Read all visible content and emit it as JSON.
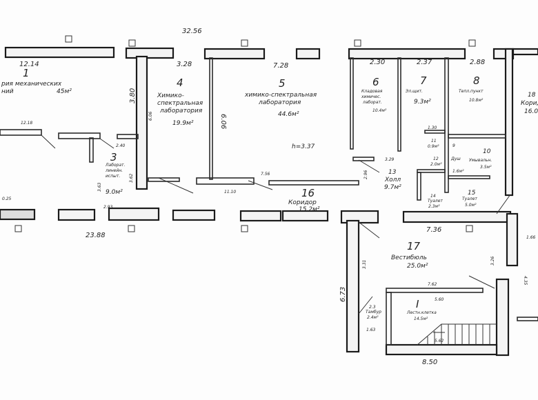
{
  "dimensions": {
    "total_top": "32.56",
    "room1_width": "12.14",
    "room4_width": "3.28",
    "room5_width": "7.28",
    "room6_width": "2.30",
    "room7_width": "2.37",
    "room8_width": "2.88",
    "wall_3_80": "3.80",
    "room4_depth": "6.06",
    "room5_depth": "6.06",
    "partition_12_18": "12.18",
    "dim_2_40": "2.40",
    "dim_3_62": "3.62",
    "dim_3_63": "3.63",
    "dim_2_93": "2.93",
    "bottom_left": "23.88",
    "corridor_11_10": "11.10",
    "corridor_7_56": "7.56",
    "dim_2_96": "2.96",
    "dim_3_29": "3.29",
    "vestibule_top": "7.36",
    "stair_top": "7.62",
    "stair_inner": "5.60",
    "stair_flight": "5.62",
    "bottom_right": "8.50",
    "vestibule_left": "6.73",
    "dim_3_31": "3.31",
    "dim_3_26": "3.26",
    "dim_4_35": "4.35",
    "dim_1_66": "1.66",
    "dim_1_63": "1.63",
    "dim_0_25": "0.25",
    "dim_1_30": "1.30"
  },
  "rooms": [
    {
      "num": "1",
      "lines": [
        "рия механических",
        "ний"
      ],
      "area": "45м²"
    },
    {
      "num": "3",
      "lines": [
        "Лаборат.",
        "линейн.",
        "испыт."
      ],
      "area": "9.0м²"
    },
    {
      "num": "4",
      "lines": [
        "Химико-",
        "спектральная",
        "лаборатория"
      ],
      "area": "19.9м²"
    },
    {
      "num": "5",
      "lines": [
        "химико-спектральная",
        "лаборатория"
      ],
      "area": "44.6м²",
      "height": "h=3.37"
    },
    {
      "num": "6",
      "lines": [
        "Кладовая",
        "химичес.",
        "лаборат."
      ],
      "area": "10.4м²"
    },
    {
      "num": "7",
      "lines": [
        "Эл.щит."
      ],
      "area": "9.3м²"
    },
    {
      "num": "8",
      "lines": [
        "Тепл.пункт"
      ],
      "area": "10.8м²"
    },
    {
      "num": "9",
      "lines": [
        "Душ"
      ],
      "area": "1.6м²"
    },
    {
      "num": "10",
      "lines": [
        "Умывальн."
      ],
      "area": "3.5м²"
    },
    {
      "num": "11",
      "lines": [],
      "area": "0.9м²"
    },
    {
      "num": "12",
      "lines": [],
      "area": "2.0м²"
    },
    {
      "num": "13",
      "lines": [
        "Холл"
      ],
      "area": "9.7м²"
    },
    {
      "num": "14",
      "lines": [
        "Туалет"
      ],
      "area": "2.3м²"
    },
    {
      "num": "15",
      "lines": [
        "Туалет"
      ],
      "area": "5.0м²"
    },
    {
      "num": "16",
      "lines": [
        "Коридор"
      ],
      "area": "15.2м²"
    },
    {
      "num": "17",
      "lines": [
        "Вестибюль"
      ],
      "area": "25.0м²"
    },
    {
      "num": "18",
      "lines": [
        "Корид"
      ],
      "area": "16.0"
    },
    {
      "num": "I",
      "lines": [
        "Лестн.клетка"
      ],
      "area": "14.5м²"
    },
    {
      "num": "2.3",
      "lines": [
        "Тамбур"
      ],
      "area": "2.4м²"
    }
  ]
}
